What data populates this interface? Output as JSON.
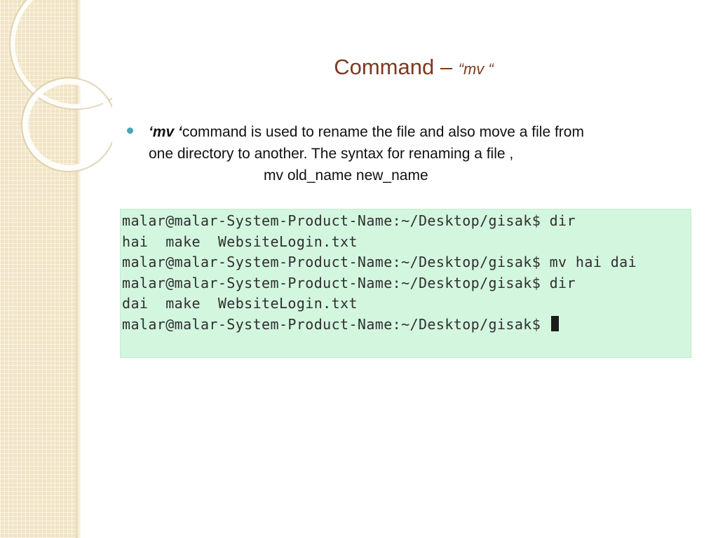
{
  "slide": {
    "title_prefix": "Command – ",
    "title_command": "“mv “",
    "bullet": {
      "command": "‘mv ‘",
      "text_line1": "command is used to rename the file and also move a file from",
      "text_line2": "one directory to another. The syntax for renaming a file ,",
      "syntax": "mv old_name new_name"
    }
  },
  "terminal": {
    "lines": [
      "malar@malar-System-Product-Name:~/Desktop/gisak$ dir",
      "hai  make  WebsiteLogin.txt",
      "malar@malar-System-Product-Name:~/Desktop/gisak$ mv hai dai",
      "malar@malar-System-Product-Name:~/Desktop/gisak$ dir",
      "dai  make  WebsiteLogin.txt",
      "malar@malar-System-Product-Name:~/Desktop/gisak$ "
    ]
  },
  "colors": {
    "title": "#7c3a21",
    "bullet": "#4aa5bb",
    "terminal_bg": "#d3f6df",
    "sidebar": "#f1e4c4"
  }
}
